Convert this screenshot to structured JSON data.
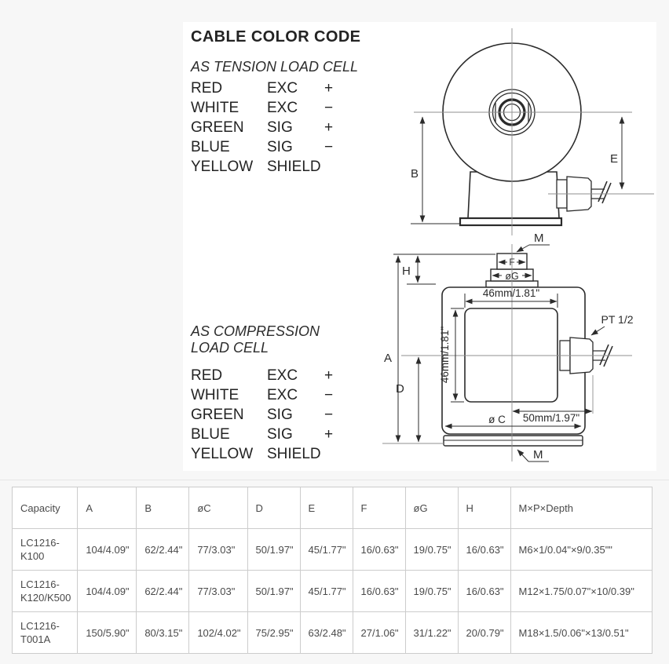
{
  "cable_color_code": {
    "title": "CABLE COLOR  CODE",
    "tension": {
      "heading": "AS TENSION LOAD CELL",
      "rows": [
        [
          "RED",
          "EXC",
          "+"
        ],
        [
          "WHITE",
          "EXC",
          "−"
        ],
        [
          "GREEN",
          "SIG",
          "+"
        ],
        [
          "BLUE",
          "SIG",
          "−"
        ],
        [
          "YELLOW",
          "SHIELD",
          ""
        ]
      ]
    },
    "compression": {
      "heading_line1": "AS COMPRESSION",
      "heading_line2": "LOAD CELL",
      "rows": [
        [
          "RED",
          "EXC",
          "+"
        ],
        [
          "WHITE",
          "EXC",
          "−"
        ],
        [
          "GREEN",
          "SIG",
          "−"
        ],
        [
          "BLUE",
          "SIG",
          "+"
        ],
        [
          "YELLOW",
          "SHIELD",
          ""
        ]
      ]
    }
  },
  "diagram": {
    "labels": {
      "a": "A",
      "b": "B",
      "d": "D",
      "e": "E",
      "f": "F",
      "h": "H",
      "m_top": "M",
      "m_bottom": "M",
      "og": "øG",
      "oc": "ø C",
      "pt": "PT 1/2",
      "dim46h": "46mm/1.81\"",
      "dim46v": "46mm/1.81\"",
      "dim50": "50mm/1.97\""
    }
  },
  "table": {
    "headers": [
      "Capacity",
      "A",
      "B",
      "øC",
      "D",
      "E",
      "F",
      "øG",
      "H",
      "M×P×Depth"
    ],
    "rows": [
      [
        "LC1216-K100",
        "104/4.09\"",
        "62/2.44\"",
        "77/3.03\"",
        "50/1.97\"",
        "45/1.77\"",
        "16/0.63\"",
        "19/0.75\"",
        "16/0.63\"",
        "M6×1/0.04\"×9/0.35\"\""
      ],
      [
        "LC1216-K120/K500",
        "104/4.09\"",
        "62/2.44\"",
        "77/3.03\"",
        "50/1.97\"",
        "45/1.77\"",
        "16/0.63\"",
        "19/0.75\"",
        "16/0.63\"",
        "M12×1.75/0.07\"×10/0.39\""
      ],
      [
        "LC1216-T001A",
        "150/5.90\"",
        "80/3.15\"",
        "102/4.02\"",
        "75/2.95\"",
        "63/2.48\"",
        "27/1.06\"",
        "31/1.22\"",
        "20/0.79\"",
        "M18×1.5/0.06\"×13/0.51\""
      ]
    ]
  }
}
